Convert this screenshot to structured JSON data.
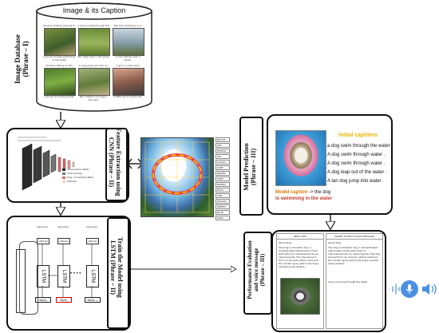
{
  "database": {
    "title": "Image & its Caption",
    "phase_label_line1": "Image Database",
    "phase_label_line2": "(Phrase – I)",
    "thumbnails": [
      {
        "header": "Several children playing in the water",
        "caption": "A group of dogs swimming in the water"
      },
      {
        "header": "A dog running through the grass",
        "caption": "Two dogs play in the grass"
      },
      {
        "header": "Two men standing on a ledge",
        "caption": "A man stands near a fence"
      },
      {
        "header": "Children sitting on the grass",
        "caption": "A group of young people"
      },
      {
        "header": "A dog jumps into the air",
        "caption": "Two children running in the yard"
      },
      {
        "header": "A girl in a pink shirt",
        "caption": "A little girl in a pink top"
      }
    ]
  },
  "feature": {
    "phase_label_line1": "Feature Extraction using",
    "phase_label_line2": "CNN (Phrase – II)",
    "legend": [
      "convolution+ReLU",
      "max pooling",
      "fully connected+ReLU",
      "softmax"
    ],
    "tags": [
      "BEACH",
      "SEA",
      "PEOPLE",
      "SKY",
      "CLOUD",
      "SURF",
      "WATER",
      "TREE",
      "BOARD",
      "POOL",
      "FUN",
      "SPLASH",
      "GREEN",
      "BLUE",
      "PARK"
    ]
  },
  "train": {
    "phase_label_line1": "Train the Model using",
    "phase_label_line2": "LSTM (Phrase – II)",
    "cell_label": "LSTM",
    "softmax_label": "softmax",
    "outputs": [
      "log p₁(S₁)",
      "log p₂(S₂)",
      "log pₙ(Sₙ)"
    ],
    "inputs": [
      "WₑS₀",
      "WₑS₁",
      "WₑSₙ₋₁"
    ],
    "ellipsis": "• • • •"
  },
  "prediction": {
    "phase_label_line1": "Model Prediction",
    "phase_label_line2": "(Phrase – III)",
    "initial_heading": "Initial captions",
    "captions": [
      "a dog swim through the water",
      "A dog swim through water .",
      "A dog swim through water .",
      "A dog leap out of the water .",
      "A tan dog jump into water ."
    ],
    "model_caption_label": "Model caption",
    "model_caption_arrow": " -> the dog",
    "model_caption_rest": "is swimming in the water"
  },
  "evaluation": {
    "phase_label_line1": "Performance Evaluation",
    "phase_label_line2": "and voice message",
    "phase_label_line3": "(Phrase – III)",
    "input_panel_title": "INPUT FILE",
    "input_subtitle": "About Dog",
    "input_text": "The dog is domestic dog. A domesticated descendant of the wolf which is characterised by an upturning tail. The dog derived from an ancient, extinct wolf and the modern grey wolf is the dog's nearest living relative.",
    "output_panel_title": "MODEL OUTPUT VOICE MESSAGE",
    "output_subtitle": "About Dog",
    "output_text": "The dog is domestic dog. A domesticated descendant of the wolf which is characterised by an upturning tail. The dog derived from an ancient, extinct wolf and the modern grey wolf is the dog's nearest living relative.",
    "output_extra": "dog is running through the water"
  },
  "colors": {
    "accent_yellow": "#e6b800",
    "caption_red": "#c0392b",
    "caption_orange": "#d97a00",
    "voice_blue": "#4a90e2",
    "box_border": "#111111"
  }
}
